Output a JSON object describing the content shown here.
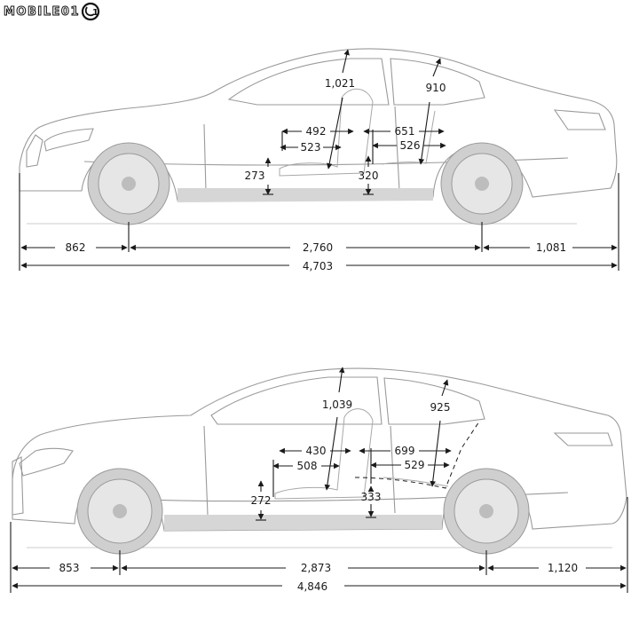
{
  "logo": {
    "text": "MOBILE01",
    "icon": "mobile01-logo-icon"
  },
  "colors": {
    "line": "#1a1a1a",
    "car_line": "#9a9a9a",
    "car_fill": "#d6d6d6",
    "wheel": "#b5b5b5"
  },
  "top_car": {
    "front_overhang": "862",
    "wheelbase": "2,760",
    "rear_overhang": "1,081",
    "overall_length": "4,703",
    "front_headroom": "1,021",
    "rear_headroom": "910",
    "front_legroom_a": "492",
    "front_legroom_b": "523",
    "rear_legroom_a": "651",
    "rear_legroom_b": "526",
    "front_seat_height": "273",
    "rear_seat_height": "320"
  },
  "bottom_car": {
    "front_overhang": "853",
    "wheelbase": "2,873",
    "rear_overhang": "1,120",
    "overall_length": "4,846",
    "front_headroom": "1,039",
    "rear_headroom": "925",
    "front_legroom_a": "430",
    "front_legroom_b": "508",
    "rear_legroom_a": "699",
    "rear_legroom_b": "529",
    "front_seat_height": "272",
    "rear_seat_height": "333"
  }
}
